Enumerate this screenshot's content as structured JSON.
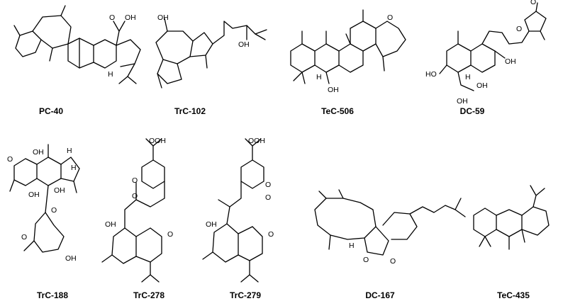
{
  "compounds": [
    {
      "label": "PC-40",
      "atoms": [
        "OH",
        "O",
        "H"
      ]
    },
    {
      "label": "TrC-102",
      "atoms": [
        "OH",
        "OH"
      ]
    },
    {
      "label": "TeC-506",
      "atoms": [
        "O",
        "H",
        "OH"
      ]
    },
    {
      "label": "DC-59",
      "atoms": [
        "O",
        "O",
        "OH",
        "HO",
        "H",
        "OH",
        "OH"
      ]
    },
    {
      "label": "TrC-188",
      "atoms": [
        "O",
        "OH",
        "H",
        "OH",
        "OH",
        "H",
        "O",
        "O",
        "OH"
      ]
    },
    {
      "label": "TrC-278",
      "atoms": [
        "OOH",
        "O",
        "O",
        "OH",
        "O"
      ]
    },
    {
      "label": "TrC-279",
      "atoms": [
        "OOH",
        "O",
        "O",
        "OH",
        "O"
      ]
    },
    {
      "label": "DC-167",
      "atoms": [
        "H",
        "O",
        "O"
      ]
    },
    {
      "label": "TeC-435",
      "atoms": []
    }
  ]
}
